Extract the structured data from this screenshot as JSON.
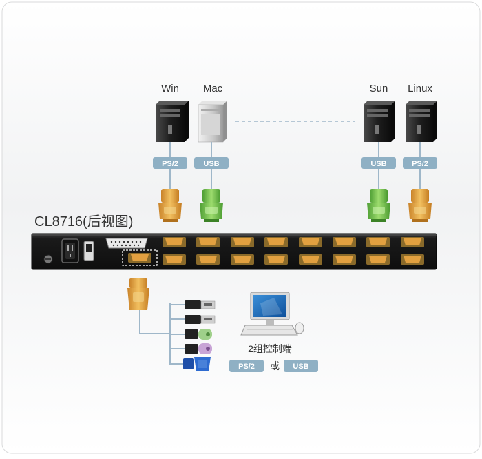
{
  "device": {
    "model": "CL8716(后视图)"
  },
  "computers": [
    {
      "os": "Win",
      "port": "PS/2"
    },
    {
      "os": "Mac",
      "port": "USB"
    },
    {
      "os": "Sun",
      "port": "USB"
    },
    {
      "os": "Linux",
      "port": "PS/2"
    }
  ],
  "console": {
    "label": "2组控制端",
    "ps2": "PS/2",
    "or": "或",
    "usb": "USB"
  },
  "colors": {
    "badge": "#8fb0c4",
    "ps2_connector": "#e0a23c",
    "usb_connector": "#6cc04a",
    "panel": "#1c1c1c",
    "port": "#d88a2a",
    "cable": "#9fb7c9"
  }
}
